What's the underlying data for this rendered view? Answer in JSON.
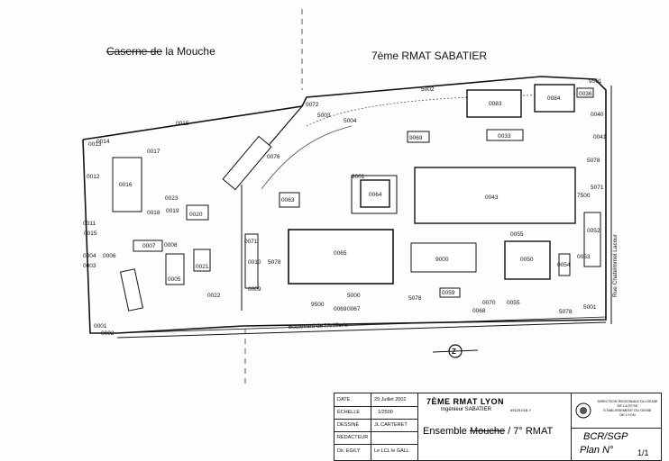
{
  "header": {
    "left_struck": "Caserne de",
    "left_rest": "la Mouche",
    "center": "7ème RMAT SABATIER"
  },
  "buildings": {
    "b0015": "0015",
    "b0016": "0016",
    "b0017": "0017",
    "b0014": "0014",
    "b0013": "0013",
    "b0012": "0012",
    "b0011": "0011",
    "b0018": "0018",
    "b0019": "0019",
    "b0020": "0020",
    "b0023": "0023",
    "b0007": "0007",
    "b0008": "0008",
    "b0021": "0021",
    "b0005": "0005",
    "b0004": "0004",
    "b0003": "0003",
    "b0022": "0022",
    "b0001": "0001",
    "b0002": "0002",
    "b0015b": "0015",
    "b0072": "0072",
    "b5003": "5003",
    "b5004": "5004",
    "b0076": "0076",
    "b0063": "0063",
    "b9001": "9001",
    "b0064": "0064",
    "b5002": "5002",
    "b0083": "0083",
    "b0084": "0084",
    "b0036": "0036",
    "b9501": "9501",
    "b9069": "9069",
    "b0033": "0033",
    "b0040": "0040",
    "b0041": "0041",
    "b5078a": "5078",
    "b0043": "0043",
    "b5071": "5071",
    "b7500": "7500",
    "b0052": "0052",
    "b0065": "0065",
    "b9000": "9000",
    "b0050": "0050",
    "b0054": "0054",
    "b0053": "0053",
    "b0071": "0071",
    "b0010": "0010",
    "b5078b": "5078",
    "b0009": "0009",
    "b9500": "9500",
    "b5000": "5000",
    "b0069": "0069",
    "b0067": "0067",
    "b5078c": "5078",
    "b0059": "0059",
    "b0068": "0068",
    "b0070": "0070",
    "b0055": "0055",
    "b5078d": "5078",
    "b5001": "5001",
    "b0006": "0006",
    "b0055b": "0055"
  },
  "streets": {
    "boulevard": "Boulevard de l'Artillerie",
    "rue": "Rue Chatelmmel Lacour"
  },
  "compass": "Z",
  "title_block": {
    "rows": [
      {
        "label": "DATE",
        "value": "29 Juillet 2002"
      },
      {
        "label": "ÉCHELLE",
        "value": "1/2500"
      },
      {
        "label": "DESSINÉ",
        "value": "JL CARTERET"
      },
      {
        "label": "RÉDACTEUR",
        "value": ""
      },
      {
        "label": "Dir. EG/LY",
        "value": "Le LCL le GALL"
      }
    ],
    "org": "7ÈME RMAT LYON",
    "engineer": "Ingénieur SABATIER",
    "code": "69125.01B.Y",
    "ensemble_prefix": "Ensemble ",
    "ensemble_struck": "Mouche",
    "ensemble_suffix": " / 7° RMAT",
    "direction": [
      "DIRECTION REGIONALE DU GENIE",
      "DE LA RTSE",
      "ETABLISSEMENT DU GENIE",
      "DE LYON"
    ],
    "bcr": "BCR/SGP",
    "plan_label": "Plan N°",
    "plan_number": "1/1"
  }
}
